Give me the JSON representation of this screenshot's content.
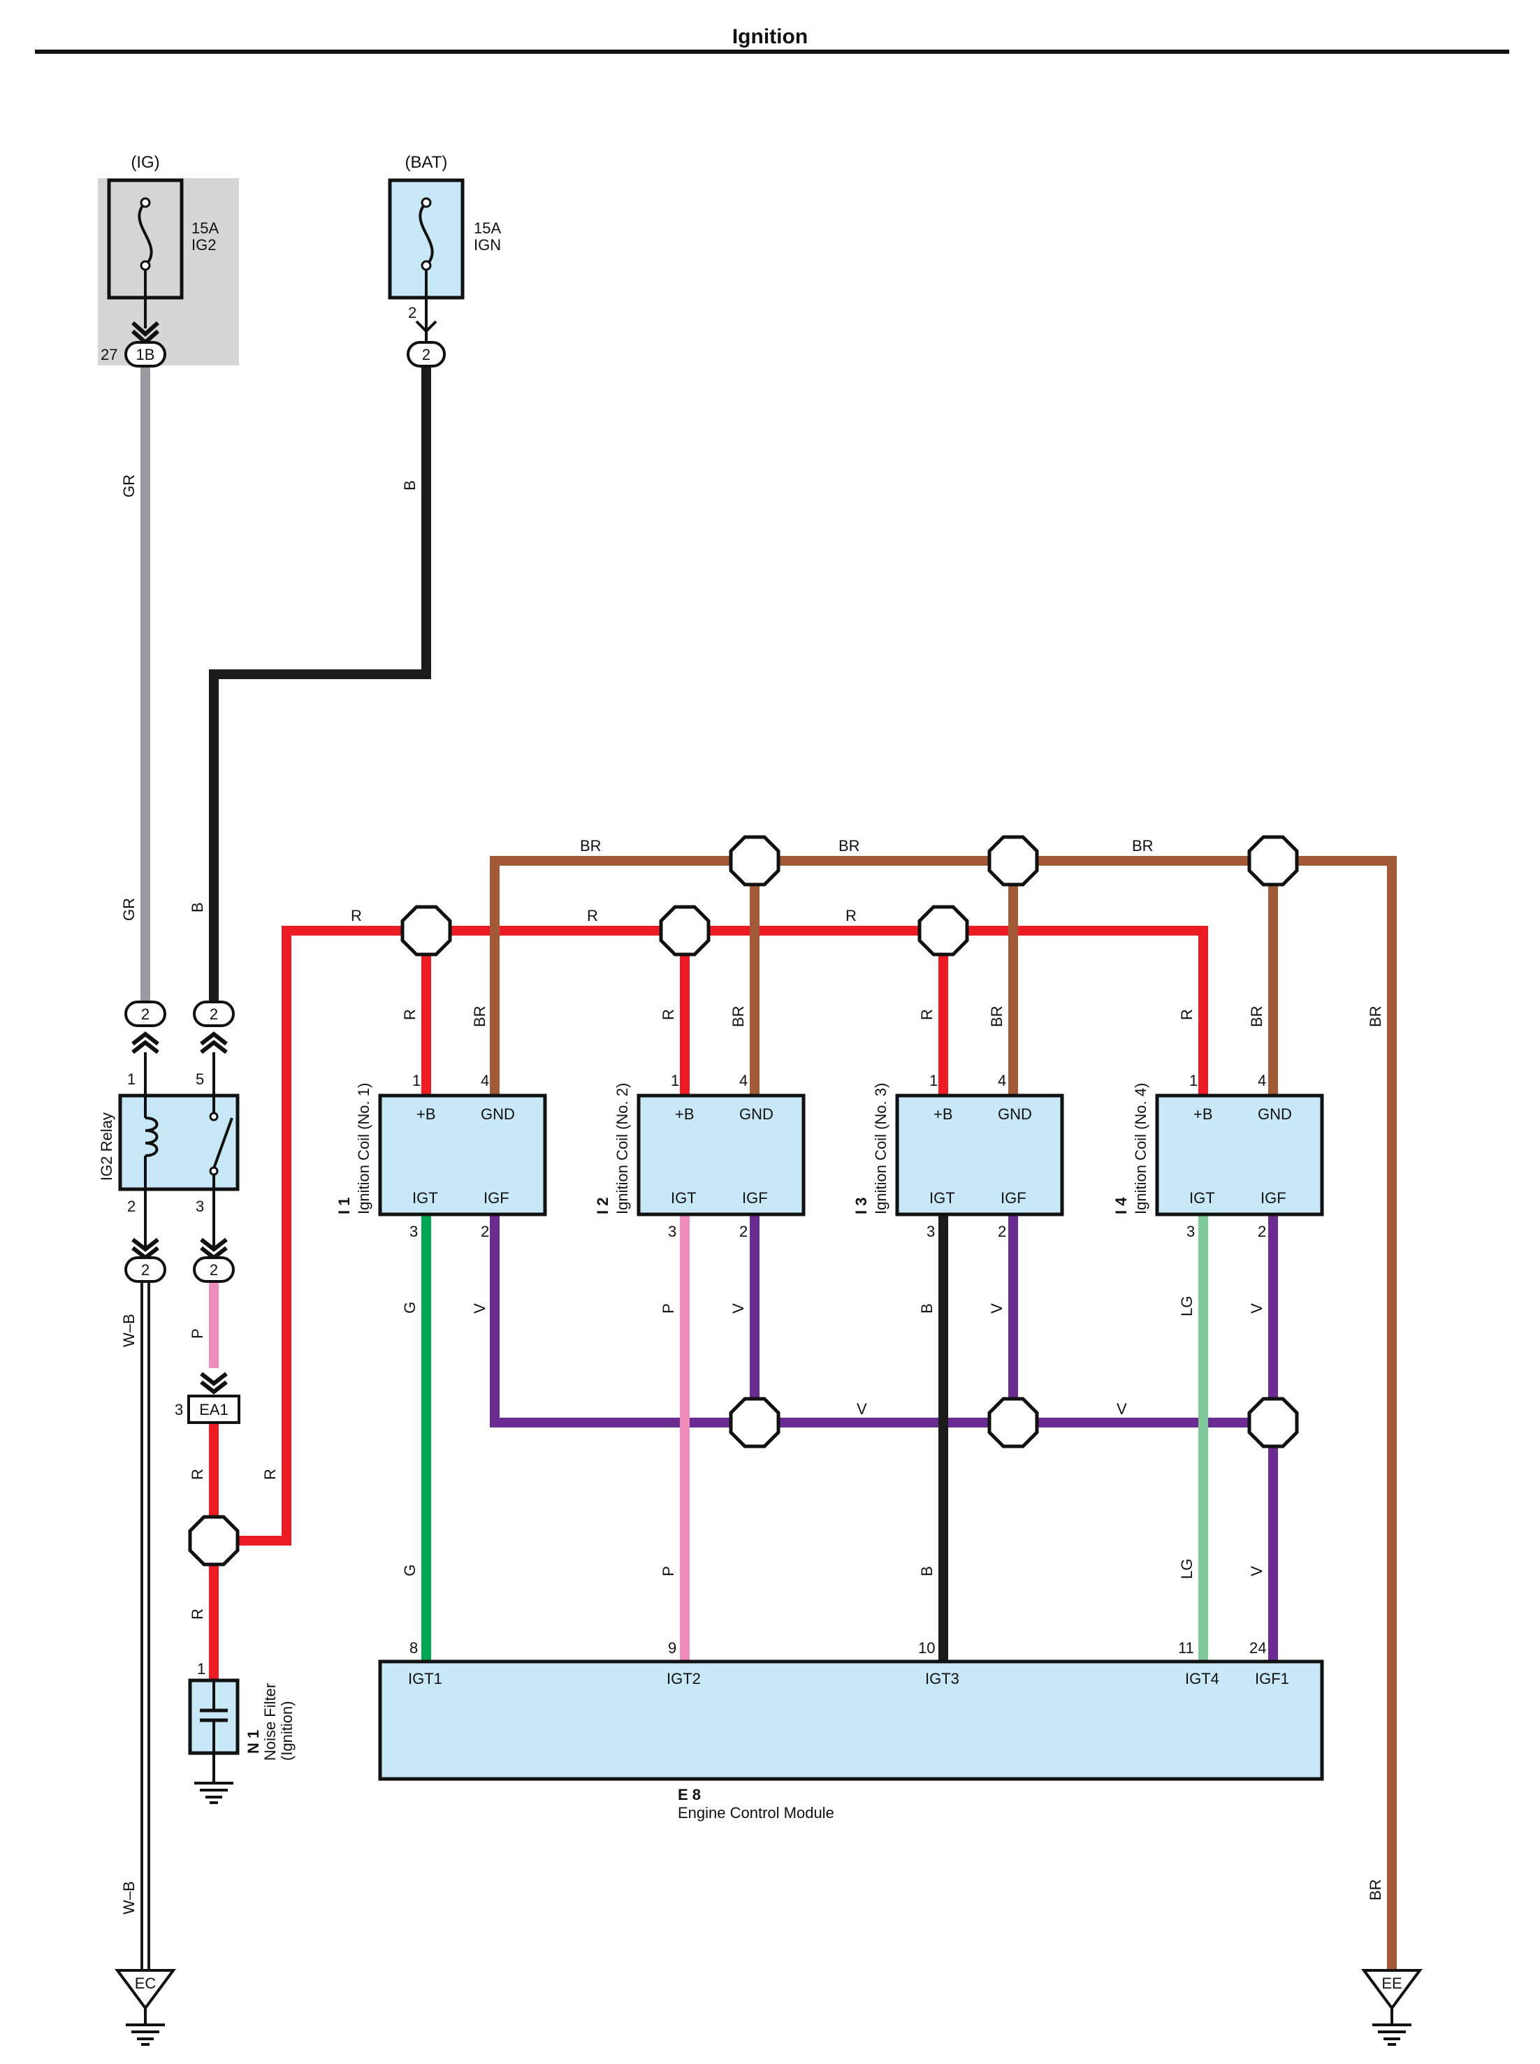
{
  "title": "Ignition",
  "colors": {
    "GR": "#999a9e",
    "B": "#1b1b1b",
    "R": "#ed1c24",
    "BR": "#a35a36",
    "V": "#6b2c91",
    "G": "#00a651",
    "P": "#f08cbc",
    "LG": "#7fc99a",
    "W-B": "#1b1b1b",
    "component_fill": "#c8e8f8",
    "ig_shade": "#d6d6d6"
  },
  "power": {
    "ig": {
      "label": "(IG)",
      "amp": "15A",
      "name": "IG2",
      "pin": "27",
      "connector": "1B"
    },
    "bat": {
      "label": "(BAT)",
      "amp": "15A",
      "name": "IGN",
      "pin": "2",
      "connector": "2"
    }
  },
  "relay": {
    "name": "IG2 Relay",
    "pins": {
      "p1": "1",
      "p2": "2",
      "p3": "3",
      "p5": "5"
    },
    "connector": "2"
  },
  "ea1": {
    "name": "EA1",
    "pin": "3"
  },
  "noise_filter": {
    "id": "N 1",
    "name": "Noise Filter",
    "sub": "(Ignition)",
    "pin": "1"
  },
  "coils": [
    {
      "id": "I 1",
      "name": "Ignition Coil (No. 1)"
    },
    {
      "id": "I 2",
      "name": "Ignition Coil (No. 2)"
    },
    {
      "id": "I 3",
      "name": "Ignition Coil (No. 3)"
    },
    {
      "id": "I 4",
      "name": "Ignition Coil (No. 4)"
    }
  ],
  "coil_terms": {
    "pb": "+B",
    "gnd": "GND",
    "igt": "IGT",
    "igf": "IGF"
  },
  "coil_pins": {
    "pb": "1",
    "gnd": "4",
    "igt": "3",
    "igf": "2"
  },
  "ecm": {
    "id": "E 8",
    "name": "Engine Control Module",
    "pins": [
      {
        "label": "IGT1",
        "pin": "8"
      },
      {
        "label": "IGT2",
        "pin": "9"
      },
      {
        "label": "IGT3",
        "pin": "10"
      },
      {
        "label": "IGT4",
        "pin": "11"
      },
      {
        "label": "IGF1",
        "pin": "24"
      }
    ]
  },
  "wire_codes": {
    "GR": "GR",
    "B": "B",
    "R": "R",
    "BR": "BR",
    "V": "V",
    "G": "G",
    "P": "P",
    "LG": "LG",
    "WB": "W–B"
  },
  "coil_igt_wire_codes": [
    "G",
    "P",
    "B",
    "LG"
  ],
  "grounds": {
    "ec": "EC",
    "ee": "EE"
  }
}
